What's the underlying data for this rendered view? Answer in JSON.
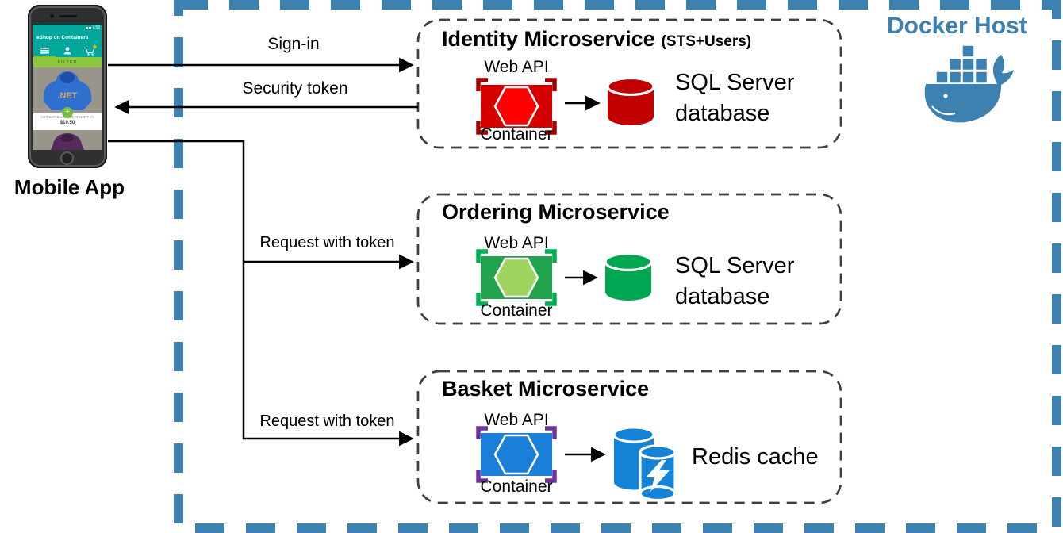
{
  "docker_host": {
    "label": "Docker Host",
    "accent_color": "#3C81AF"
  },
  "mobile_app": {
    "label": "Mobile App",
    "screen": {
      "status_time": "7:53",
      "app_title": "eShop on Containers",
      "filter_button": "FILTER",
      "net_logo": ".NET",
      "product_title": ".NET BOT BLUE SWEATSHIRT (M)",
      "product_price": "$19.50"
    },
    "colors": {
      "teal": "#00A79D",
      "filter_bg": "#8DC63F",
      "filter_text": "#55832C",
      "badge": "#F2B200",
      "add_button": "#76BC43",
      "hoodie_blue": "#2E6FD0",
      "hoodie_blue_dark": "#1D4FA8",
      "hoodie_purple": "#572A5E",
      "hoodie_purple_dark": "#3F1E46",
      "photo_bg": "#9A958A",
      "net_text": "#C9A571"
    }
  },
  "flows": {
    "sign_in": "Sign-in",
    "security_token": "Security token",
    "request_ordering": "Request with token",
    "request_basket": "Request with token"
  },
  "services": [
    {
      "title": "Identity Microservice",
      "title_suffix": "(STS+Users)",
      "api_label": "Web API",
      "container_label": "Container",
      "store_label": "SQL Server database",
      "icon_colors": {
        "body": "#D40000",
        "hexagon": "#FF0000",
        "bracket": "#A00000"
      },
      "store_color": "#C20000"
    },
    {
      "title": "Ordering Microservice",
      "title_suffix": "",
      "api_label": "Web API",
      "container_label": "Container",
      "store_label": "SQL Server database",
      "icon_colors": {
        "body": "#21A44D",
        "hexagon": "#9FD55F",
        "bracket": "#00B050"
      },
      "store_color": "#00A650"
    },
    {
      "title": "Basket Microservice",
      "title_suffix": "",
      "api_label": "Web API",
      "container_label": "Container",
      "store_label": "Redis cache",
      "icon_colors": {
        "body": "#1A7FD9",
        "hexagon": "#1A7FD9",
        "bracket": "#7030A0"
      },
      "store_color": "#1583D5"
    }
  ]
}
